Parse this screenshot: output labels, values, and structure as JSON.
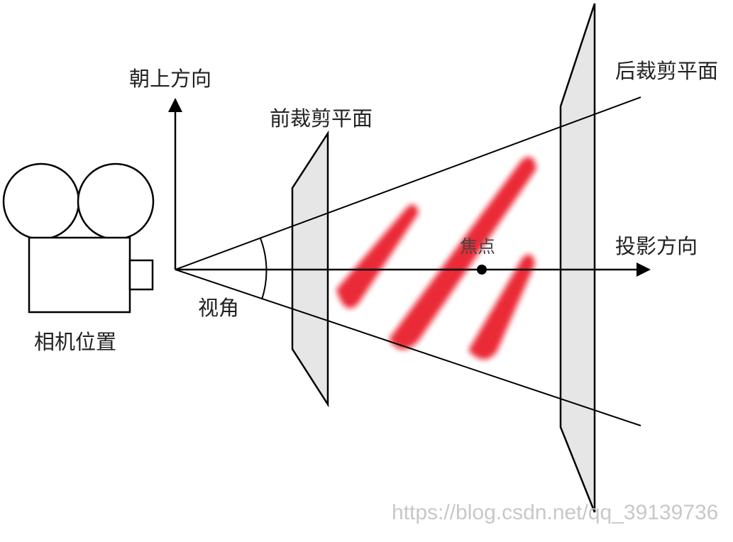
{
  "labels": {
    "up_direction": "朝上方向",
    "near_plane": "前裁剪平面",
    "far_plane": "后裁剪平面",
    "projection_direction": "投影方向",
    "focal_point": "焦点",
    "field_of_view": "视角",
    "camera_position": "相机位置"
  },
  "watermark": "https://blog.csdn.net/qq_39139736",
  "colors": {
    "line": "#000000",
    "plane_fill": "#e6e6e6",
    "stroke_red": "#e8101e"
  }
}
